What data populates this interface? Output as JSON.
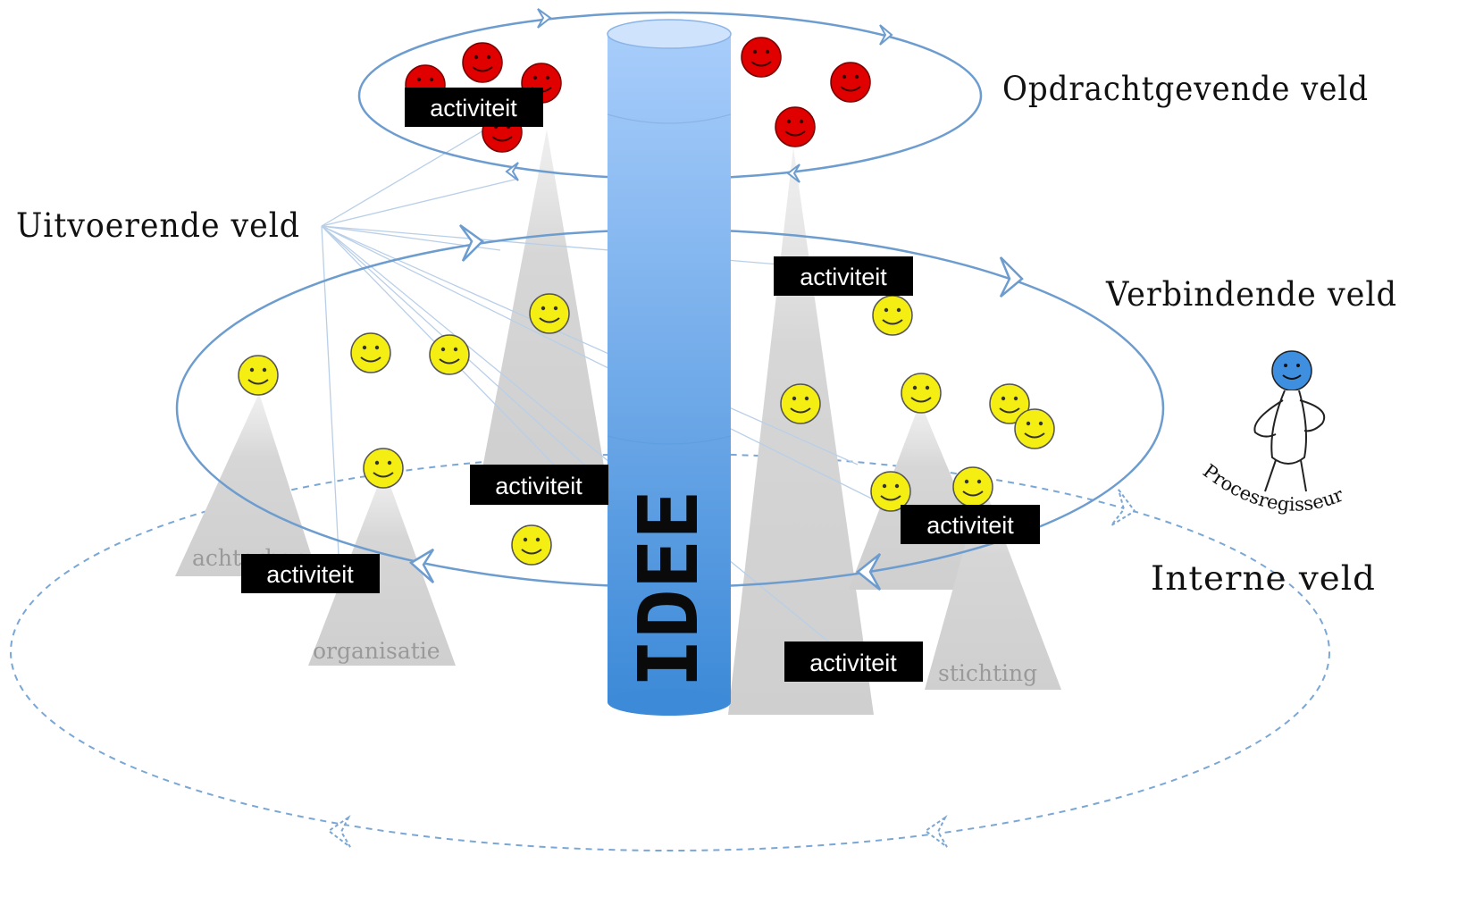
{
  "diagram": {
    "labels": {
      "opdrachtgevend": "Opdrachtgevende veld",
      "uitvoerend": "Uitvoerende veld",
      "verbindend": "Verbindende veld",
      "intern": "Interne  veld"
    },
    "central_column": "IDEE",
    "activity_label": "activiteit",
    "organisations": {
      "left_partial": "achterban",
      "left": "organisatie",
      "right": "stichting"
    },
    "role": "Procesregisseur",
    "colors": {
      "ring": "#6d9ccf",
      "dashed_ring": "#7aa7d6",
      "column_top": "#a8cdfb",
      "column_bottom": "#3d8ad8",
      "cone": "#d9d9d9",
      "red_face": "#e00000",
      "yellow_face": "#f5ee12",
      "blue_face": "#3f8fe0",
      "activity_box": "#000000"
    }
  }
}
